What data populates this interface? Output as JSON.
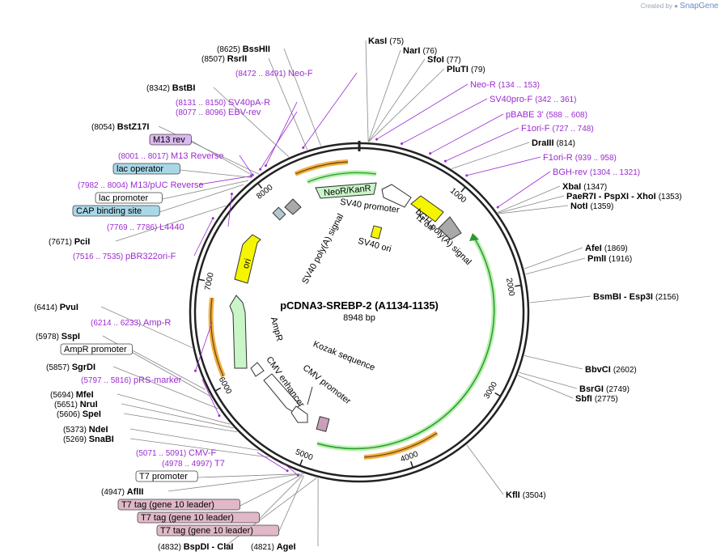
{
  "watermark": {
    "created_by": "Created by",
    "brand": "SnapGene"
  },
  "plasmid": {
    "name": "pCDNA3-SREBP-2 (A1134-1135)",
    "length_label": "8948 bp",
    "length": 8948
  },
  "ticks": [
    {
      "pos": 1000,
      "label": "1000"
    },
    {
      "pos": 2000,
      "label": "2000"
    },
    {
      "pos": 3000,
      "label": "3000"
    },
    {
      "pos": 4000,
      "label": "4000"
    },
    {
      "pos": 5000,
      "label": "5000"
    },
    {
      "pos": 6000,
      "label": "6000"
    },
    {
      "pos": 7000,
      "label": "7000"
    },
    {
      "pos": 8000,
      "label": "8000"
    }
  ],
  "sites": [
    {
      "name": "KasI",
      "pos": "(75)",
      "p": 75
    },
    {
      "name": "NarI",
      "pos": "(76)",
      "p": 76
    },
    {
      "name": "SfoI",
      "pos": "(77)",
      "p": 77
    },
    {
      "name": "PluTI",
      "pos": "(79)",
      "p": 79
    },
    {
      "name": "DraIII",
      "pos": "(814)",
      "p": 814
    },
    {
      "name": "XbaI",
      "pos": "(1347)",
      "p": 1347
    },
    {
      "name": "PaeR7I - PspXI - XhoI",
      "pos": "(1353)",
      "p": 1353
    },
    {
      "name": "NotI",
      "pos": "(1359)",
      "p": 1359
    },
    {
      "name": "AfeI",
      "pos": "(1869)",
      "p": 1869
    },
    {
      "name": "PmlI",
      "pos": "(1916)",
      "p": 1916
    },
    {
      "name": "BsmBI - Esp3I",
      "pos": "(2156)",
      "p": 2156
    },
    {
      "name": "BbvCI",
      "pos": "(2602)",
      "p": 2602
    },
    {
      "name": "BsrGI",
      "pos": "(2749)",
      "p": 2749
    },
    {
      "name": "SbfI",
      "pos": "(2775)",
      "p": 2775
    },
    {
      "name": "KflI",
      "pos": "(3504)",
      "p": 3504
    },
    {
      "name": "AgeI",
      "pos": "(4821)",
      "p": 4821
    },
    {
      "name": "BspDI - ClaI",
      "pos": "(4832)",
      "p": 4832
    },
    {
      "name": "AflII",
      "pos": "(4947)",
      "p": 4947
    },
    {
      "name": "SnaBI",
      "pos": "(5269)",
      "p": 5269
    },
    {
      "name": "NdeI",
      "pos": "(5373)",
      "p": 5373
    },
    {
      "name": "SpeI",
      "pos": "(5606)",
      "p": 5606
    },
    {
      "name": "NruI",
      "pos": "(5651)",
      "p": 5651
    },
    {
      "name": "MfeI",
      "pos": "(5694)",
      "p": 5694
    },
    {
      "name": "SgrDI",
      "pos": "(5857)",
      "p": 5857
    },
    {
      "name": "SspI",
      "pos": "(5978)",
      "p": 5978
    },
    {
      "name": "PvuI",
      "pos": "(6414)",
      "p": 6414
    },
    {
      "name": "PciI",
      "pos": "(7671)",
      "p": 7671
    },
    {
      "name": "BstZ17I",
      "pos": "(8054)",
      "p": 8054
    },
    {
      "name": "BstBI",
      "pos": "(8342)",
      "p": 8342
    },
    {
      "name": "RsrII",
      "pos": "(8507)",
      "p": 8507
    },
    {
      "name": "BssHII",
      "pos": "(8625)",
      "p": 8625
    }
  ],
  "primers": [
    {
      "name": "Neo-R",
      "pos": "(134 .. 153)",
      "p": 143
    },
    {
      "name": "SV40pro-F",
      "pos": "(342 .. 361)",
      "p": 351
    },
    {
      "name": "pBABE 3'",
      "pos": "(588 .. 608)",
      "p": 598
    },
    {
      "name": "F1ori-F",
      "pos": "(727 .. 748)",
      "p": 737
    },
    {
      "name": "F1ori-R",
      "pos": "(939 .. 958)",
      "p": 948
    },
    {
      "name": "BGH-rev",
      "pos": "(1304 .. 1321)",
      "p": 1312
    },
    {
      "name": "CMV-F",
      "pos": "(5071 .. 5091)",
      "p": 5081
    },
    {
      "name": "T7",
      "pos": "(4978 .. 4997)",
      "p": 4987
    },
    {
      "name": "pRS-marker",
      "pos": "(5797 .. 5816)",
      "p": 5806
    },
    {
      "name": "Amp-R",
      "pos": "(6214 .. 6233)",
      "p": 6223
    },
    {
      "name": "pBR322ori-F",
      "pos": "(7516 .. 7535)",
      "p": 7525
    },
    {
      "name": "L4440",
      "pos": "(7769 .. 7786)",
      "p": 7777
    },
    {
      "name": "M13/pUC Reverse",
      "pos": "(7982 .. 8004)",
      "p": 7993
    },
    {
      "name": "M13 Reverse",
      "pos": "(8001 .. 8017)",
      "p": 8009
    },
    {
      "name": "EBV-rev",
      "pos": "(8077 .. 8096)",
      "p": 8086
    },
    {
      "name": "SV40pA-R",
      "pos": "(8131 .. 8150)",
      "p": 8140
    },
    {
      "name": "Neo-F",
      "pos": "(8472 .. 8491)",
      "p": 8481
    }
  ],
  "boxed_labels": [
    {
      "name": "M13 rev",
      "kind": "purple",
      "p": 8010
    },
    {
      "name": "lac operator",
      "kind": "blue",
      "p": 7990
    },
    {
      "name": "lac promoter",
      "kind": "white",
      "p": 7950
    },
    {
      "name": "CAP binding site",
      "kind": "blue",
      "p": 7900
    },
    {
      "name": "AmpR promoter",
      "kind": "white",
      "p": 6050
    },
    {
      "name": "T7 promoter",
      "kind": "white",
      "p": 4980
    },
    {
      "name": "T7 tag (gene 10 leader)",
      "kind": "pink",
      "p": 4960
    },
    {
      "name": "T7 tag (gene 10 leader)",
      "kind": "pink",
      "p": 4950
    },
    {
      "name": "T7 tag (gene 10 leader)",
      "kind": "pink",
      "p": 4940
    }
  ],
  "features": [
    {
      "name": "NeoR/KanR",
      "color": "#c9f5c9"
    },
    {
      "name": "SV40 promoter",
      "color": "#ffffff"
    },
    {
      "name": "f1 ori",
      "color": "#f5f500"
    },
    {
      "name": "bGH poly(A) signal",
      "color": "#a9a9a9"
    },
    {
      "name": "SV40 ori",
      "color": "#f5f500"
    },
    {
      "name": "SV40 poly(A) signal",
      "color": "#a9a9a9"
    },
    {
      "name": "ori",
      "color": "#f5f500"
    },
    {
      "name": "AmpR",
      "color": "#c9f5c9"
    },
    {
      "name": "CMV enhancer",
      "color": "#ffffff"
    },
    {
      "name": "CMV promoter",
      "color": "#ffffff"
    },
    {
      "name": "Kozak sequence",
      "color": "#000000"
    }
  ],
  "colors": {
    "primer": "#9b2bd0",
    "orf_orange": "#f0b040",
    "green_cds": "#b8f0b0",
    "backbone": "#222222"
  }
}
